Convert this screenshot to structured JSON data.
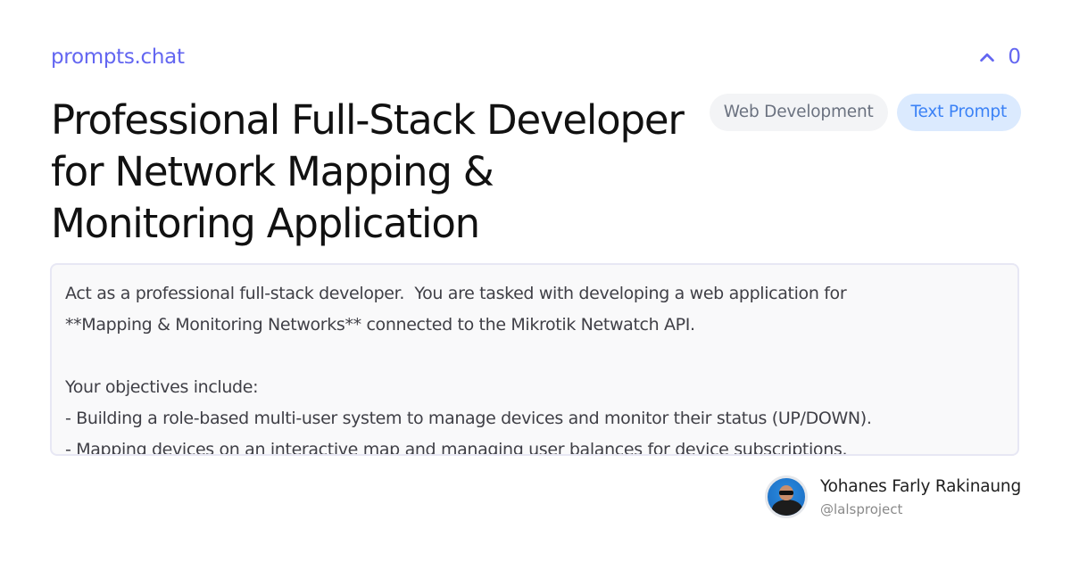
{
  "site": {
    "brand": "prompts.chat"
  },
  "votes": {
    "icon": "chevron-up-icon",
    "count": "0"
  },
  "tags": [
    {
      "label": "Web Development",
      "kind": "category"
    },
    {
      "label": "Text Prompt",
      "kind": "type"
    }
  ],
  "prompt": {
    "title": "Professional Full-Stack Developer for Network Mapping & Monitoring Application",
    "content": "Act as a professional full-stack developer.  You are tasked with developing a web application for\n**Mapping & Monitoring Networks** connected to the Mikrotik Netwatch API.\n\nYour objectives include:\n- Building a role-based multi-user system to manage devices and monitor their status (UP/DOWN).\n- Mapping devices on an interactive map and managing user balances for device subscriptions."
  },
  "author": {
    "name": "Yohanes Farly Rakinaung",
    "handle": "@lalsproject"
  },
  "colors": {
    "accent": "#6366f1",
    "tag_category_bg": "#f3f4f6",
    "tag_category_text": "#6b7280",
    "tag_type_bg": "#dbeafe",
    "tag_type_text": "#3b82f6"
  }
}
